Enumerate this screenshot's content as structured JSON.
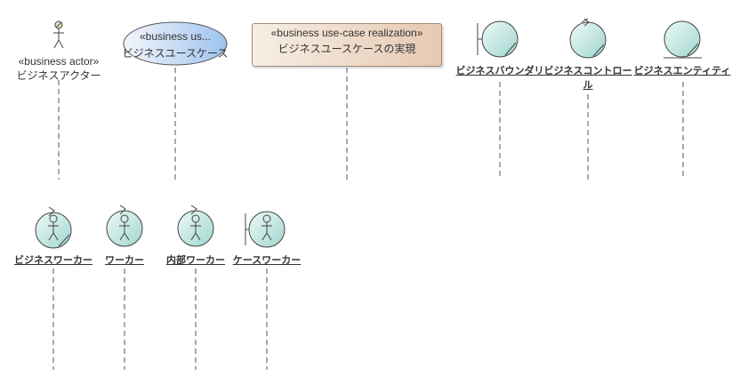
{
  "row1": {
    "actor": {
      "stereotype": "«business actor»",
      "name": "ビジネスアクター"
    },
    "usecase": {
      "stereotype": "«business us...",
      "name": "ビジネスユースケース"
    },
    "realization": {
      "stereotype": "«business use-case realization»",
      "name": "ビジネスユースケースの実現"
    },
    "boundary": {
      "name": "ビジネスバウンダリ"
    },
    "control": {
      "name_line1": "ビジネスコントロー",
      "name_line2": "ル"
    },
    "entity": {
      "name": "ビジネスエンティティ"
    }
  },
  "row2": {
    "business_worker": {
      "name": "ビジネスワーカー"
    },
    "worker": {
      "name": "ワーカー"
    },
    "internal_worker": {
      "name": "内部ワーカー"
    },
    "case_worker": {
      "name": "ケースワーカー"
    }
  },
  "colors": {
    "circle_fill_light": "#e8f7f5",
    "circle_fill_dark": "#a9dcd6",
    "usecase_fill_light": "#eef3fb",
    "usecase_fill_dark": "#a7c7ee",
    "line": "#444444"
  }
}
